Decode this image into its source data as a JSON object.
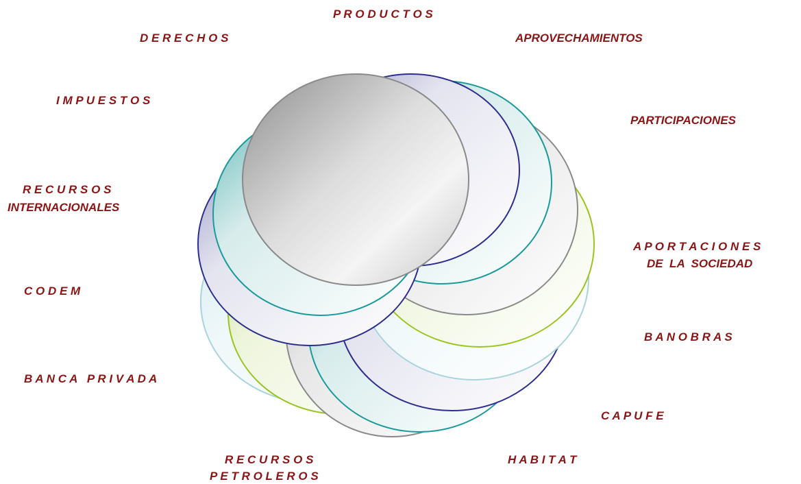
{
  "labels": {
    "productos": "P R O D U C T O S",
    "derechos": "D E R E C H O S",
    "aprovechamientos": "APROVECHAMIENTOS",
    "impuestos": "I M P U E S T O S",
    "participaciones": "PARTICIPACIONES",
    "recursos_internacionales_1": "R E C U R S O S",
    "recursos_internacionales_2": "INTERNACIONALES",
    "aportaciones_1": "A P O R T A C I O N E S",
    "aportaciones_2": "DE  LA  SOCIEDAD",
    "codem": "C O D E M",
    "banobras": "B A N O B R A S",
    "banca_privada": "B A N C A   P R I V A D A",
    "capufe": "C A P U F E",
    "recursos_petroleros_1": "R E C U R S O S",
    "recursos_petroleros_2": "P E T R O L E R O S",
    "habitat": "H A B I T A T"
  },
  "colors": {
    "label": "#8b1515",
    "navy": "#2e2e8c",
    "teal": "#1a9a9a",
    "gray": "#8a8a8a",
    "lime": "#9cc41e",
    "lightblue": "#a9d4dc"
  }
}
